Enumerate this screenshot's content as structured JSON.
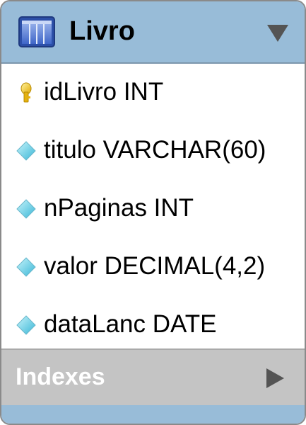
{
  "table": {
    "title": "Livro",
    "header_icon": "table-icon",
    "collapse_icon": "triangle-down-icon"
  },
  "columns": [
    {
      "label": "idLivro INT",
      "icon": "key-icon"
    },
    {
      "label": "titulo VARCHAR(60)",
      "icon": "diamond-icon"
    },
    {
      "label": "nPaginas INT",
      "icon": "diamond-icon"
    },
    {
      "label": "valor DECIMAL(4,2)",
      "icon": "diamond-icon"
    },
    {
      "label": "dataLanc DATE",
      "icon": "diamond-icon"
    }
  ],
  "indexes": {
    "label": "Indexes",
    "expand_icon": "triangle-right-icon"
  },
  "colors": {
    "header_bg": "#98bcd8",
    "indexes_bg": "#c4c4c4",
    "border": "#8a8a8a",
    "diamond": "#5fd0e8",
    "key": "#f2c21b"
  }
}
